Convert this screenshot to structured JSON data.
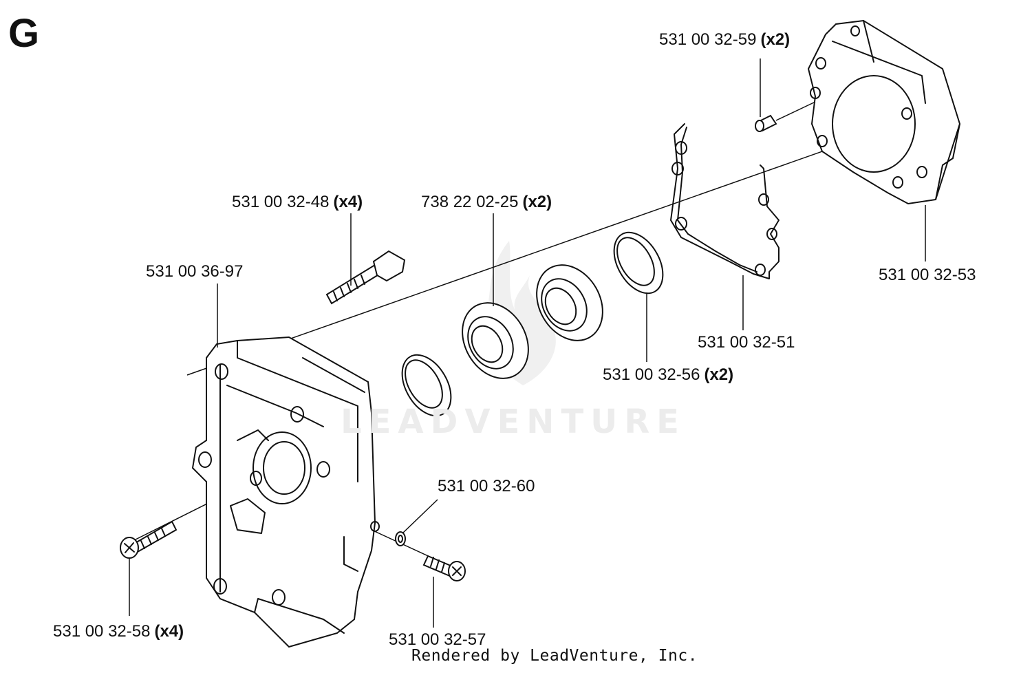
{
  "section": "G",
  "watermark": "LEADVENTURE",
  "footer": "Rendered by LeadVenture, Inc.",
  "parts": [
    {
      "id": "p1",
      "number": "531 00 32-59",
      "qty": "(x2)"
    },
    {
      "id": "p2",
      "number": "531 00 32-48",
      "qty": "(x4)"
    },
    {
      "id": "p3",
      "number": "738 22 02-25",
      "qty": "(x2)"
    },
    {
      "id": "p4",
      "number": "531 00 36-97",
      "qty": ""
    },
    {
      "id": "p5",
      "number": "531 00 32-53",
      "qty": ""
    },
    {
      "id": "p6",
      "number": "531 00 32-51",
      "qty": ""
    },
    {
      "id": "p7",
      "number": "531 00 32-56",
      "qty": "(x2)"
    },
    {
      "id": "p8",
      "number": "531 00 32-60",
      "qty": ""
    },
    {
      "id": "p9",
      "number": "531 00 32-58",
      "qty": "(x4)"
    },
    {
      "id": "p10",
      "number": "531 00 32-57",
      "qty": ""
    }
  ]
}
